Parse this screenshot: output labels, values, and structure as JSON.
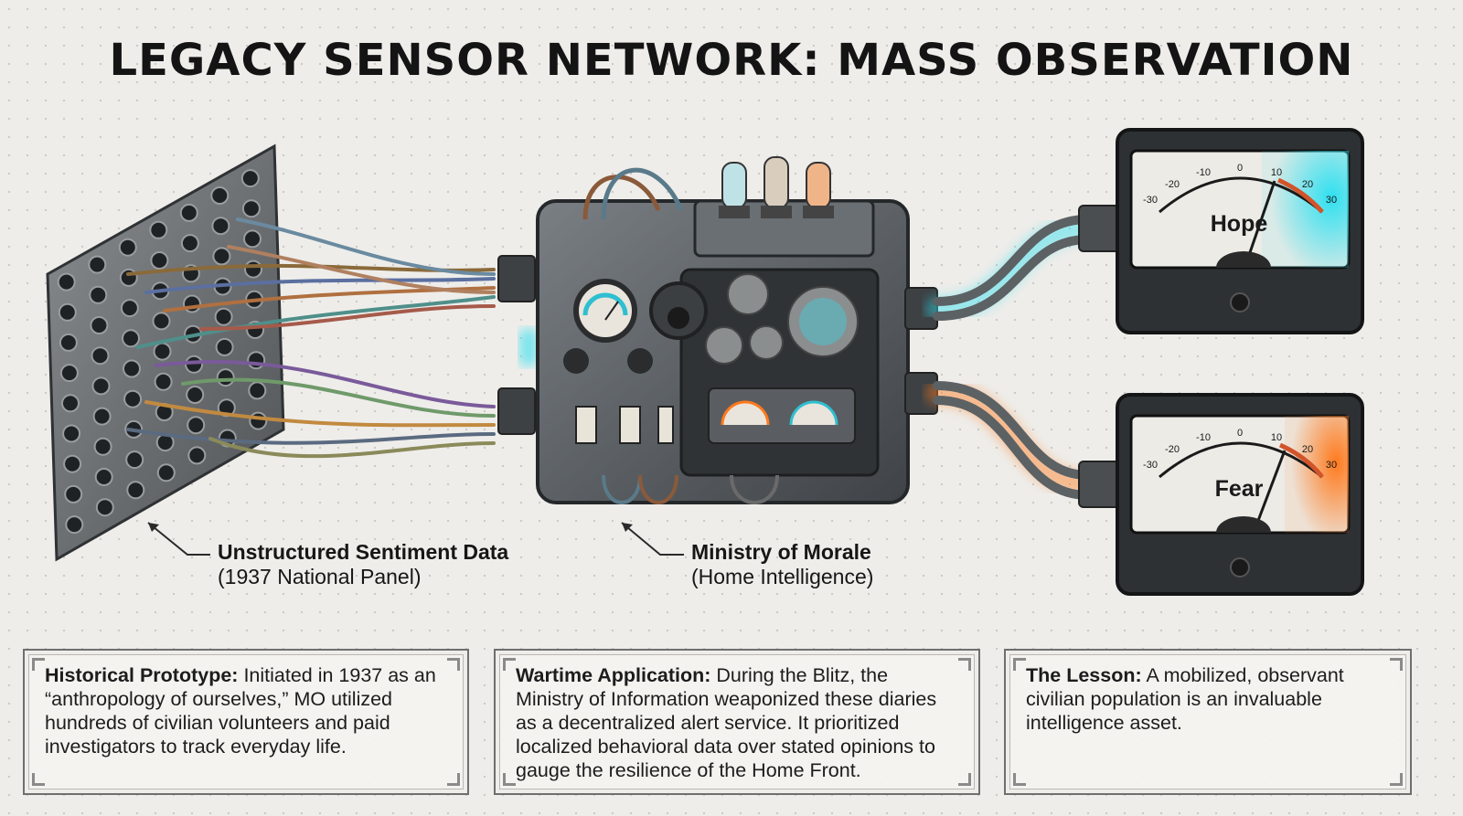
{
  "title": "LEGACY SENSOR NETWORK: MASS OBSERVATION",
  "labels": {
    "panel": {
      "title": "Unstructured Sentiment Data",
      "subtitle": "(1937 National Panel)"
    },
    "machine": {
      "title": "Ministry of Morale",
      "subtitle": "(Home Intelligence)"
    }
  },
  "meters": [
    {
      "label": "Hope",
      "ticks": [
        "-30",
        "-20",
        "-10",
        "0",
        "10",
        "20",
        "30"
      ],
      "glow_color": "#2fe0f0"
    },
    {
      "label": "Fear",
      "ticks": [
        "-30",
        "-20",
        "-10",
        "0",
        "10",
        "20",
        "30"
      ],
      "glow_color": "#ff7a1e"
    }
  ],
  "info_boxes": [
    {
      "heading": "Historical Prototype:",
      "body": "Initiated in 1937 as an “anthropology of ourselves,” MO utilized hundreds of civilian volunteers and paid investigators to track everyday life."
    },
    {
      "heading": "Wartime Application:",
      "body": "During the Blitz, the Ministry of Information weaponized these diaries as a decentralized alert service. It prioritized localized behavioral data over stated opinions to gauge the resilience of the Home Front."
    },
    {
      "heading": "The Lesson:",
      "body": "A mobilized, observant civilian population is an invaluable intelligence asset."
    }
  ],
  "colors": {
    "hope_glow": "#2fe0f0",
    "fear_glow": "#ff7a1e",
    "metal": "#5f6468"
  }
}
